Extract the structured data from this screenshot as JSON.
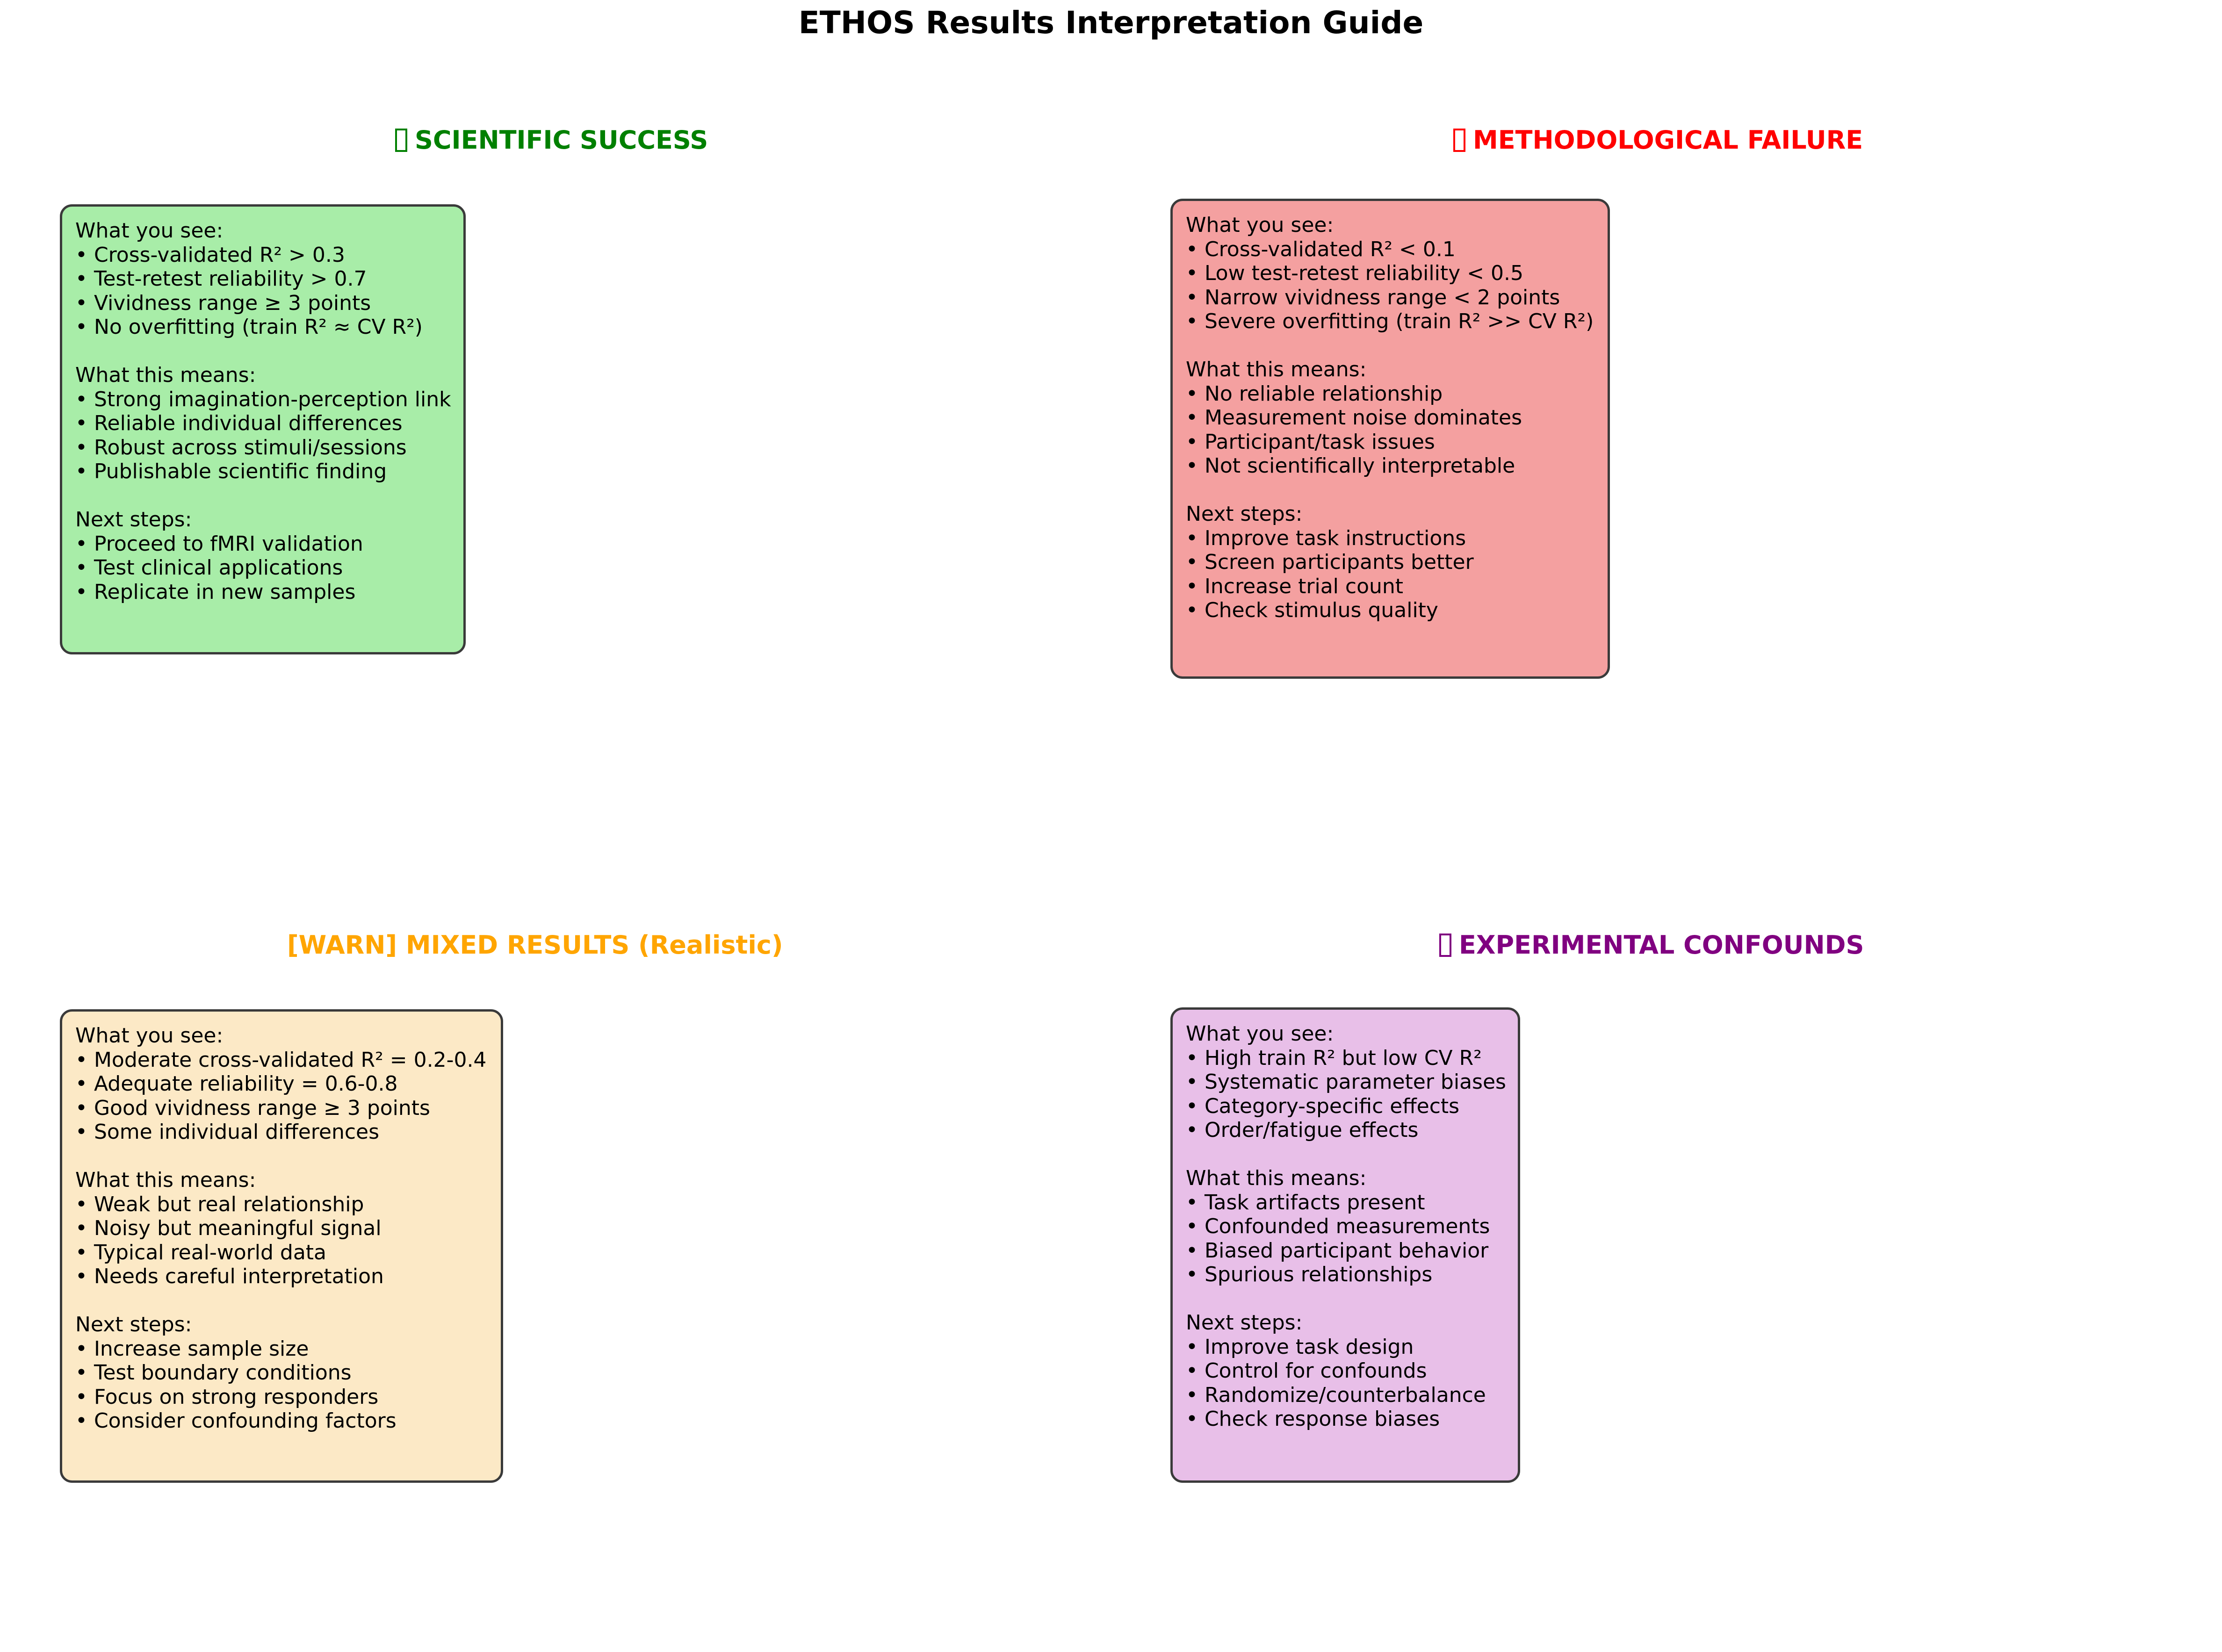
{
  "page": {
    "title": "ETHOS Results Interpretation Guide",
    "background_color": "#ffffff"
  },
  "panels": [
    {
      "id": "success",
      "header_icon": "missing-glyph-box-icon",
      "header_label": "SCIENTIFIC SUCCESS",
      "header_color": "#008000",
      "card_background": "#a8eda8",
      "card_border_color": "#3a3a3a",
      "body": "What you see:\n• Cross-validated R² > 0.3\n• Test-retest reliability > 0.7\n• Vividness range ≥ 3 points\n• No overfitting (train R² ≈ CV R²)\n\nWhat this means:\n• Strong imagination-perception link\n• Reliable individual differences\n• Robust across stimuli/sessions\n• Publishable scientific finding\n\nNext steps:\n• Proceed to fMRI validation\n• Test clinical applications\n• Replicate in new samples",
      "sections": [
        {
          "heading": "What you see:",
          "items": [
            "Cross-validated R² > 0.3",
            "Test-retest reliability > 0.7",
            "Vividness range ≥ 3 points",
            "No overfitting (train R² ≈ CV R²)"
          ]
        },
        {
          "heading": "What this means:",
          "items": [
            "Strong imagination-perception link",
            "Reliable individual differences",
            "Robust across stimuli/sessions",
            "Publishable scientific finding"
          ]
        },
        {
          "heading": "Next steps:",
          "items": [
            "Proceed to fMRI validation",
            "Test clinical applications",
            "Replicate in new samples"
          ]
        }
      ]
    },
    {
      "id": "failure",
      "header_icon": "missing-glyph-box-icon",
      "header_label": "METHODOLOGICAL FAILURE",
      "header_color": "#ff0000",
      "card_background": "#f4a0a0",
      "card_border_color": "#3a3a3a",
      "body": "What you see:\n• Cross-validated R² < 0.1\n• Low test-retest reliability < 0.5\n• Narrow vividness range < 2 points\n• Severe overfitting (train R² >> CV R²)\n\nWhat this means:\n• No reliable relationship\n• Measurement noise dominates\n• Participant/task issues\n• Not scientifically interpretable\n\nNext steps:\n• Improve task instructions\n• Screen participants better\n• Increase trial count\n• Check stimulus quality",
      "sections": [
        {
          "heading": "What you see:",
          "items": [
            "Cross-validated R² < 0.1",
            "Low test-retest reliability < 0.5",
            "Narrow vividness range < 2 points",
            "Severe overfitting (train R² >> CV R²)"
          ]
        },
        {
          "heading": "What this means:",
          "items": [
            "No reliable relationship",
            "Measurement noise dominates",
            "Participant/task issues",
            "Not scientifically interpretable"
          ]
        },
        {
          "heading": "Next steps:",
          "items": [
            "Improve task instructions",
            "Screen participants better",
            "Increase trial count",
            "Check stimulus quality"
          ]
        }
      ]
    },
    {
      "id": "mixed",
      "header_icon": "warn-text-icon",
      "header_label": "[WARN] MIXED RESULTS (Realistic)",
      "header_color": "#ffa500",
      "card_background": "#fce9c6",
      "card_border_color": "#3a3a3a",
      "body": "What you see:\n• Moderate cross-validated R² = 0.2-0.4\n• Adequate reliability = 0.6-0.8\n• Good vividness range ≥ 3 points\n• Some individual differences\n\nWhat this means:\n• Weak but real relationship\n• Noisy but meaningful signal\n• Typical real-world data\n• Needs careful interpretation\n\nNext steps:\n• Increase sample size\n• Test boundary conditions\n• Focus on strong responders\n• Consider confounding factors",
      "sections": [
        {
          "heading": "What you see:",
          "items": [
            "Moderate cross-validated R² = 0.2-0.4",
            "Adequate reliability = 0.6-0.8",
            "Good vividness range ≥ 3 points",
            "Some individual differences"
          ]
        },
        {
          "heading": "What this means:",
          "items": [
            "Weak but real relationship",
            "Noisy but meaningful signal",
            "Typical real-world data",
            "Needs careful interpretation"
          ]
        },
        {
          "heading": "Next steps:",
          "items": [
            "Increase sample size",
            "Test boundary conditions",
            "Focus on strong responders",
            "Consider confounding factors"
          ]
        }
      ]
    },
    {
      "id": "confounds",
      "header_icon": "missing-glyph-box-icon",
      "header_label": "EXPERIMENTAL CONFOUNDS",
      "header_color": "#800080",
      "card_background": "#e8bfe8",
      "card_border_color": "#3a3a3a",
      "body": "What you see:\n• High train R² but low CV R²\n• Systematic parameter biases\n• Category-specific effects\n• Order/fatigue effects\n\nWhat this means:\n• Task artifacts present\n• Confounded measurements\n• Biased participant behavior\n• Spurious relationships\n\nNext steps:\n• Improve task design\n• Control for confounds\n• Randomize/counterbalance\n• Check response biases",
      "sections": [
        {
          "heading": "What you see:",
          "items": [
            "High train R² but low CV R²",
            "Systematic parameter biases",
            "Category-specific effects",
            "Order/fatigue effects"
          ]
        },
        {
          "heading": "What this means:",
          "items": [
            "Task artifacts present",
            "Confounded measurements",
            "Biased participant behavior",
            "Spurious relationships"
          ]
        },
        {
          "heading": "Next steps:",
          "items": [
            "Improve task design",
            "Control for confounds",
            "Randomize/counterbalance",
            "Check response biases"
          ]
        }
      ]
    }
  ]
}
